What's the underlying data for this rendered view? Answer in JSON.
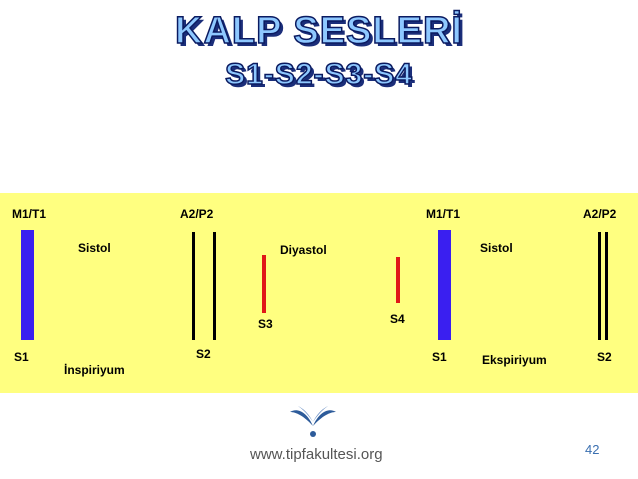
{
  "title": "KALP SESLERİ",
  "subtitle": "S1-S2-S3-S4",
  "diagram": {
    "labels": {
      "m1t1_left": "M1/T1",
      "a2p2_left": "A2/P2",
      "m1t1_right": "M1/T1",
      "a2p2_right": "A2/P2",
      "sistol_left": "Sistol",
      "diyastol": "Diyastol",
      "sistol_right": "Sistol",
      "s1_left": "S1",
      "s2_left": "S2",
      "s3": "S3",
      "s4": "S4",
      "s1_right": "S1",
      "s2_right": "S2",
      "inspiriyum": "İnspiriyum",
      "ekspiriyum": "Ekspiriyum"
    },
    "colors": {
      "s1": "#3a1ff0",
      "s2": "#000000",
      "s3_s4": "#e01818",
      "background": "#ffff80"
    }
  },
  "footer": {
    "site": "www.tipfakultesi.org",
    "logo_icon": "book-leaf-icon",
    "page_number": "42"
  }
}
